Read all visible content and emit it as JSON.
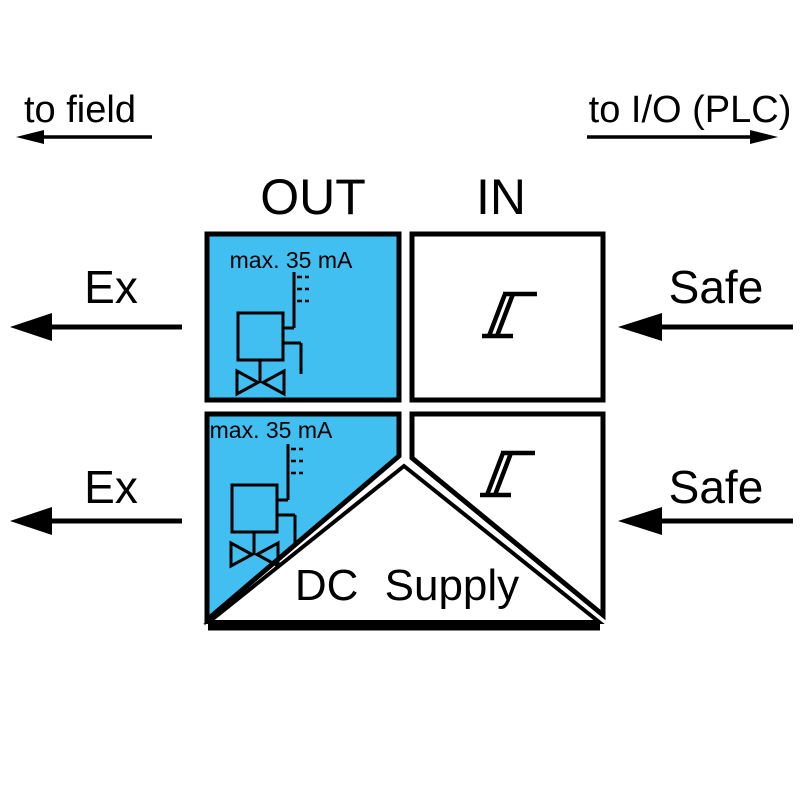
{
  "header": {
    "left_label": "to field",
    "right_label": "to I/O (PLC)"
  },
  "columns": {
    "out": "OUT",
    "in": "IN"
  },
  "module": {
    "channels": [
      {
        "field_side": "Ex",
        "safe_side": "Safe",
        "current_note": "max. 35 mA"
      },
      {
        "field_side": "Ex",
        "safe_side": "Safe",
        "current_note": "max. 35 mA"
      }
    ],
    "supply": "DC Supply"
  },
  "icons": {
    "valve": "solenoid-valve-icon",
    "hysteresis": "hysteresis-icon",
    "direction_arrows": [
      "left-arrow-icon",
      "right-arrow-icon"
    ]
  },
  "colors": {
    "ex_zone_fill": "#41BFF0",
    "safe_zone_fill": "#FFFFFF",
    "line": "#000000"
  }
}
